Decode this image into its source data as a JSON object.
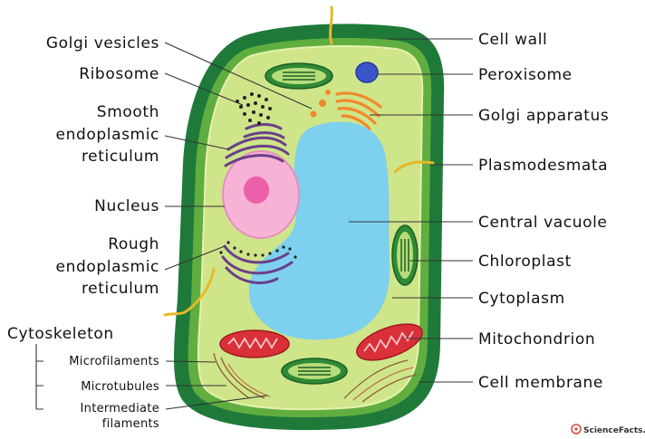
{
  "labels_left": {
    "golgi_vesicles": "Golgi vesicles",
    "ribosome": "Ribosome",
    "smooth_er_1": "Smooth",
    "smooth_er_2": "endoplasmic",
    "smooth_er_3": "reticulum",
    "nucleus": "Nucleus",
    "rough_er_1": "Rough",
    "rough_er_2": "endoplasmic",
    "rough_er_3": "reticulum",
    "cytoskeleton": "Cytoskeleton",
    "microfilaments": "Microfilaments",
    "microtubules": "Microtubules",
    "intermediate_1": "Intermediate",
    "intermediate_2": "filaments"
  },
  "labels_right": {
    "cell_wall": "Cell wall",
    "peroxisome": "Peroxisome",
    "golgi_apparatus": "Golgi apparatus",
    "plasmodesmata": "Plasmodesmata",
    "central_vacuole": "Central vacuole",
    "chloroplast": "Chloroplast",
    "cytoplasm": "Cytoplasm",
    "mitochondrion": "Mitochondrion",
    "cell_membrane": "Cell membrane"
  },
  "watermark": "ScienceFacts.net",
  "colors": {
    "cell_wall": "#1f7a3a",
    "cell_wall_inner": "#5fae3f",
    "cytoplasm": "#cfe58a",
    "vacuole": "#7dd0ee",
    "nucleus": "#f7b3d6",
    "nucleolus": "#ec5fa9",
    "er": "#6b3f8a",
    "golgi": "#f08a2a",
    "peroxisome": "#3a55c8",
    "mitochondrion": "#d9303a",
    "chloroplast": "#2f8a36"
  }
}
